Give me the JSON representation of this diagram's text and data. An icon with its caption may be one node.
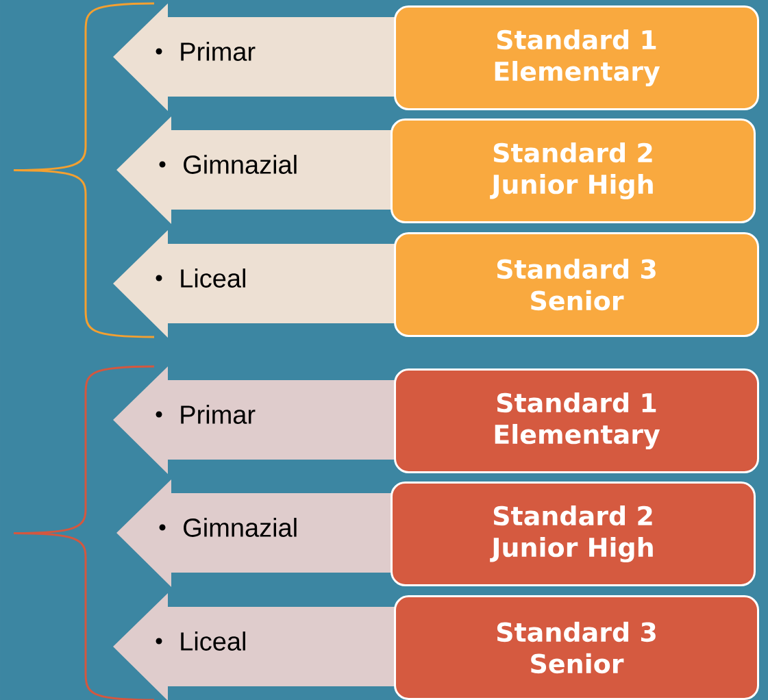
{
  "diagram": {
    "nodes": [
      {
        "text": [
          "Primar"
        ]
      },
      {
        "text": [
          "Standard 1",
          "Elementary"
        ]
      },
      {
        "text": [
          "Gimnazial"
        ]
      },
      {
        "text": [
          "Standard 2",
          "Junior High"
        ]
      },
      {
        "text": [
          "Liceal"
        ]
      },
      {
        "text": [
          "Standard 3",
          "Senior"
        ]
      },
      {
        "text": [
          "Primar"
        ]
      },
      {
        "text": [
          "Standard 1",
          "Elementary"
        ]
      },
      {
        "text": [
          "Gimnazial"
        ]
      },
      {
        "text": [
          "Standard 2",
          "Junior High"
        ]
      },
      {
        "text": [
          "Liceal"
        ]
      },
      {
        "text": [
          "Standard 3",
          "Senior"
        ]
      }
    ]
  }
}
